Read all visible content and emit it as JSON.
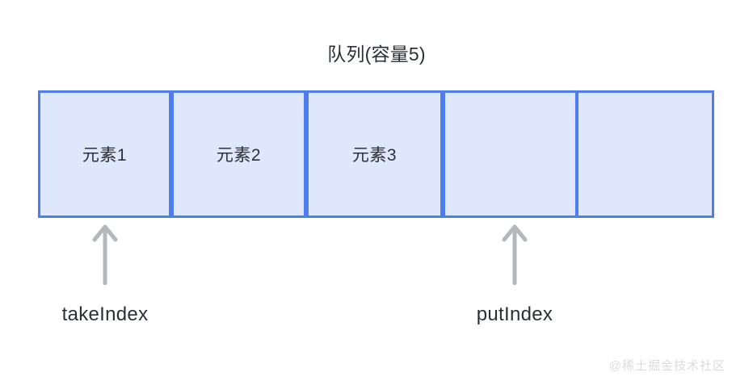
{
  "diagram": {
    "title": "队列(容量5)",
    "capacity": 5,
    "colors": {
      "border": "#4d7ef0",
      "cell_fill": "#dfe7fc",
      "text": "#2b2f36",
      "arrow": "#b4b8bd",
      "watermark": "#dcdcdc",
      "background": "#ffffff"
    },
    "cells": [
      {
        "index": 0,
        "label": "元素1",
        "occupied": true
      },
      {
        "index": 1,
        "label": "元素2",
        "occupied": true
      },
      {
        "index": 2,
        "label": "元素3",
        "occupied": true
      },
      {
        "index": 3,
        "label": "",
        "occupied": false
      },
      {
        "index": 4,
        "label": "",
        "occupied": false
      }
    ],
    "pointers": [
      {
        "name": "takeIndex",
        "label": "takeIndex",
        "points_to_cell": 0,
        "icon": "arrow-up-icon"
      },
      {
        "name": "putIndex",
        "label": "putIndex",
        "points_to_cell": 3,
        "icon": "arrow-up-icon"
      }
    ],
    "watermark": "@稀土掘金技术社区"
  }
}
